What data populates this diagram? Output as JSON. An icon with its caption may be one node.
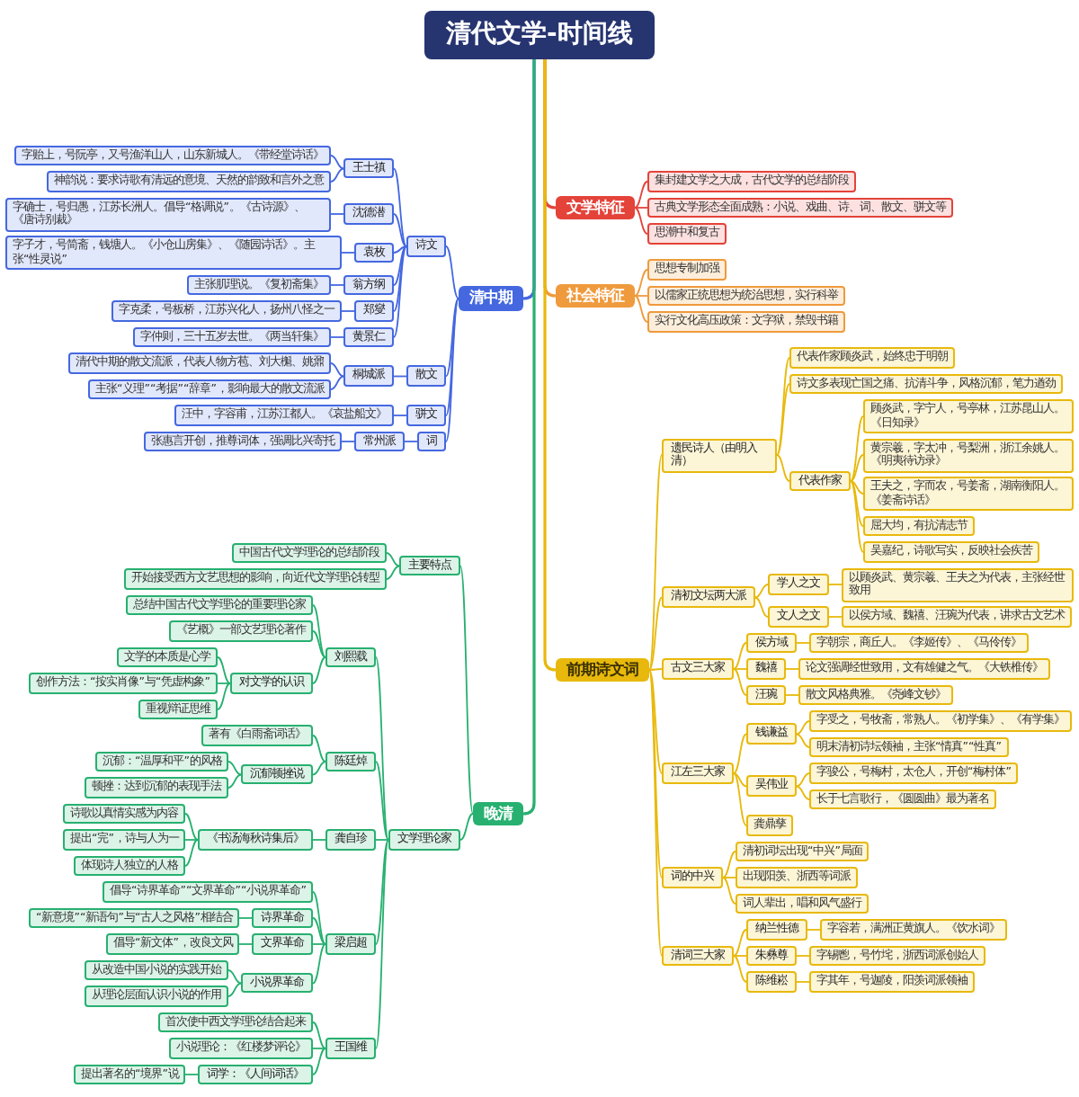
{
  "diagram": {
    "nodes": [
      {
        "text": [
          "清代文学-时间线"
        ]
      },
      {
        "text": [
          "清中期"
        ]
      },
      {
        "text": [
          "诗文"
        ]
      },
      {
        "text": [
          "王士禛"
        ]
      },
      {
        "text": [
          "字贻上，号阮亭，又号渔洋山人，山东新城人。《带经堂诗话》"
        ]
      },
      {
        "text": [
          "神韵说：要求诗歌有清远的意境、天然的韵致和言外之意"
        ]
      },
      {
        "text": [
          "沈德潜"
        ]
      },
      {
        "text": [
          "字确士，号归愚，江苏长洲人。倡导“格调说”。《古诗源》、《唐诗别裁》"
        ]
      },
      {
        "text": [
          "袁枚"
        ]
      },
      {
        "text": [
          "字子才，号简斋，钱塘人。《小仓山房集》、《随园诗话》。主张“性灵说”"
        ]
      },
      {
        "text": [
          "翁方纲"
        ]
      },
      {
        "text": [
          "主张肌理说。《复初斋集》"
        ]
      },
      {
        "text": [
          "郑燮"
        ]
      },
      {
        "text": [
          "字克柔，号板桥，江苏兴化人，扬州八怪之一"
        ]
      },
      {
        "text": [
          "黄景仁"
        ]
      },
      {
        "text": [
          "字仲则，三十五岁去世。《两当轩集》"
        ]
      },
      {
        "text": [
          "散文"
        ]
      },
      {
        "text": [
          "桐城派"
        ]
      },
      {
        "text": [
          "清代中期的散文流派，代表人物方苞、刘大櫆、姚鼐"
        ]
      },
      {
        "text": [
          "主张“义理”“考据”“辞章”，影响最大的散文流派"
        ]
      },
      {
        "text": [
          "骈文"
        ]
      },
      {
        "text": [
          "汪中，字容甫，江苏江都人。《哀盐船文》"
        ]
      },
      {
        "text": [
          "词"
        ]
      },
      {
        "text": [
          "常州派"
        ]
      },
      {
        "text": [
          "张惠言开创，推尊词体，强调比兴寄托"
        ]
      },
      {
        "text": [
          "晚清"
        ]
      },
      {
        "text": [
          "主要特点"
        ]
      },
      {
        "text": [
          "中国古代文学理论的总结阶段"
        ]
      },
      {
        "text": [
          "开始接受西方文艺思想的影响，向近代文学理论转型"
        ]
      },
      {
        "text": [
          "文学理论家"
        ]
      },
      {
        "text": [
          "刘熙载"
        ]
      },
      {
        "text": [
          "总结中国古代文学理论的重要理论家"
        ]
      },
      {
        "text": [
          "《艺概》一部文艺理论著作"
        ]
      },
      {
        "text": [
          "对文学的认识"
        ]
      },
      {
        "text": [
          "文学的本质是心学"
        ]
      },
      {
        "text": [
          "创作方法：“按实肖像”与“凭虚构象”"
        ]
      },
      {
        "text": [
          "重视辩证思维"
        ]
      },
      {
        "text": [
          "陈廷焯"
        ]
      },
      {
        "text": [
          "著有《白雨斋词话》"
        ]
      },
      {
        "text": [
          "沉郁顿挫说"
        ]
      },
      {
        "text": [
          "沉郁：“温厚和平”的风格"
        ]
      },
      {
        "text": [
          "顿挫：达到沉郁的表现手法"
        ]
      },
      {
        "text": [
          "龚自珍"
        ]
      },
      {
        "text": [
          "《书汤海秋诗集后》"
        ]
      },
      {
        "text": [
          "诗歌以真情实感为内容"
        ]
      },
      {
        "text": [
          "提出“完”，诗与人为一"
        ]
      },
      {
        "text": [
          "体现诗人独立的人格"
        ]
      },
      {
        "text": [
          "梁启超"
        ]
      },
      {
        "text": [
          "倡导“诗界革命”“文界革命”“小说界革命”"
        ]
      },
      {
        "text": [
          "诗界革命"
        ]
      },
      {
        "text": [
          "“新意境”“新语句”与“古人之风格”相结合"
        ]
      },
      {
        "text": [
          "文界革命"
        ]
      },
      {
        "text": [
          "倡导“新文体”，改良文风"
        ]
      },
      {
        "text": [
          "小说界革命"
        ]
      },
      {
        "text": [
          "从改造中国小说的实践开始"
        ]
      },
      {
        "text": [
          "从理论层面认识小说的作用"
        ]
      },
      {
        "text": [
          "王国维"
        ]
      },
      {
        "text": [
          "首次使中西文学理论结合起来"
        ]
      },
      {
        "text": [
          "小说理论：《红楼梦评论》"
        ]
      },
      {
        "text": [
          "词学：《人间词话》"
        ]
      },
      {
        "text": [
          "提出著名的“境界”说"
        ]
      },
      {
        "text": [
          "文学特征"
        ]
      },
      {
        "text": [
          "集封建文学之大成，古代文学的总结阶段"
        ]
      },
      {
        "text": [
          "古典文学形态全面成熟：小说、戏曲、诗、词、散文、骈文等"
        ]
      },
      {
        "text": [
          "思潮中和复古"
        ]
      },
      {
        "text": [
          "社会特征"
        ]
      },
      {
        "text": [
          "思想专制加强"
        ]
      },
      {
        "text": [
          "以儒家正统思想为统治思想，实行科举"
        ]
      },
      {
        "text": [
          "实行文化高压政策：文字狱，禁毁书籍"
        ]
      },
      {
        "text": [
          "前期诗文词"
        ]
      },
      {
        "text": [
          "遗民诗人（由明入清）"
        ]
      },
      {
        "text": [
          "代表作家顾炎武，始终忠于明朝"
        ]
      },
      {
        "text": [
          "诗文多表现亡国之痛、抗清斗争，风格沉郁，笔力遒劲"
        ]
      },
      {
        "text": [
          "代表作家"
        ]
      },
      {
        "text": [
          "顾炎武，字宁人，号亭林，江苏昆山人。《日知录》"
        ]
      },
      {
        "text": [
          "黄宗羲，字太冲，号梨洲，浙江余姚人。《明夷待访录》"
        ]
      },
      {
        "text": [
          "王夫之，字而农，号姜斋，湖南衡阳人。《姜斋诗话》"
        ]
      },
      {
        "text": [
          "屈大均，有抗清志节"
        ]
      },
      {
        "text": [
          "吴嘉纪，诗歌写实，反映社会疾苦"
        ]
      },
      {
        "text": [
          "清初文坛两大派"
        ]
      },
      {
        "text": [
          "学人之文"
        ]
      },
      {
        "text": [
          "以顾炎武、黄宗羲、王夫之为代表，主张经世致用"
        ]
      },
      {
        "text": [
          "文人之文"
        ]
      },
      {
        "text": [
          "以侯方域、魏禧、汪琬为代表，讲求古文艺术"
        ]
      },
      {
        "text": [
          "古文三大家"
        ]
      },
      {
        "text": [
          "侯方域"
        ]
      },
      {
        "text": [
          "字朝宗，商丘人。《李姬传》、《马伶传》"
        ]
      },
      {
        "text": [
          "魏禧"
        ]
      },
      {
        "text": [
          "论文强调经世致用，文有雄健之气。《大铁椎传》"
        ]
      },
      {
        "text": [
          "汪琬"
        ]
      },
      {
        "text": [
          "散文风格典雅。《尧峰文钞》"
        ]
      },
      {
        "text": [
          "江左三大家"
        ]
      },
      {
        "text": [
          "钱谦益"
        ]
      },
      {
        "text": [
          "字受之，号牧斋，常熟人。《初学集》、《有学集》"
        ]
      },
      {
        "text": [
          "明末清初诗坛领袖，主张“情真”“性真”"
        ]
      },
      {
        "text": [
          "吴伟业"
        ]
      },
      {
        "text": [
          "字骏公，号梅村，太仓人，开创“梅村体”"
        ]
      },
      {
        "text": [
          "长于七言歌行，《圆圆曲》最为著名"
        ]
      },
      {
        "text": [
          "龚鼎孳"
        ]
      },
      {
        "text": [
          "词的中兴"
        ]
      },
      {
        "text": [
          "清初词坛出现“中兴”局面"
        ]
      },
      {
        "text": [
          "出现阳羡、浙西等词派"
        ]
      },
      {
        "text": [
          "词人辈出，唱和风气盛行"
        ]
      },
      {
        "text": [
          "清词三大家"
        ]
      },
      {
        "text": [
          "纳兰性德"
        ]
      },
      {
        "text": [
          "字容若，满洲正黄旗人。《饮水词》"
        ]
      },
      {
        "text": [
          "朱彝尊"
        ]
      },
      {
        "text": [
          "字锡鬯，号竹垞，浙西词派创始人"
        ]
      },
      {
        "text": [
          "陈维崧"
        ]
      },
      {
        "text": [
          "字其年，号迦陵，阳羡词派领袖"
        ]
      }
    ],
    "edges": [
      {
        "from": 0,
        "to": 1,
        "arrow": "none",
        "color": "#4568e0"
      },
      {
        "from": 1,
        "to": 2,
        "arrow": "none",
        "color": "#4568e0"
      },
      {
        "from": 2,
        "to": 3,
        "arrow": "none",
        "color": "#4568e0"
      },
      {
        "from": 3,
        "to": 4,
        "arrow": "none",
        "color": "#4568e0"
      },
      {
        "from": 3,
        "to": 5,
        "arrow": "none",
        "color": "#4568e0"
      },
      {
        "from": 2,
        "to": 6,
        "arrow": "none",
        "color": "#4568e0"
      },
      {
        "from": 6,
        "to": 7,
        "arrow": "none",
        "color": "#4568e0"
      },
      {
        "from": 2,
        "to": 8,
        "arrow": "none",
        "color": "#4568e0"
      },
      {
        "from": 8,
        "to": 9,
        "arrow": "none",
        "color": "#4568e0"
      },
      {
        "from": 2,
        "to": 10,
        "arrow": "none",
        "color": "#4568e0"
      },
      {
        "from": 10,
        "to": 11,
        "arrow": "none",
        "color": "#4568e0"
      },
      {
        "from": 2,
        "to": 12,
        "arrow": "none",
        "color": "#4568e0"
      },
      {
        "from": 12,
        "to": 13,
        "arrow": "none",
        "color": "#4568e0"
      },
      {
        "from": 2,
        "to": 14,
        "arrow": "none",
        "color": "#4568e0"
      },
      {
        "from": 14,
        "to": 15,
        "arrow": "none",
        "color": "#4568e0"
      },
      {
        "from": 1,
        "to": 16,
        "arrow": "none",
        "color": "#4568e0"
      },
      {
        "from": 16,
        "to": 17,
        "arrow": "none",
        "color": "#4568e0"
      },
      {
        "from": 17,
        "to": 18,
        "arrow": "none",
        "color": "#4568e0"
      },
      {
        "from": 17,
        "to": 19,
        "arrow": "none",
        "color": "#4568e0"
      },
      {
        "from": 1,
        "to": 20,
        "arrow": "none",
        "color": "#4568e0"
      },
      {
        "from": 20,
        "to": 21,
        "arrow": "none",
        "color": "#4568e0"
      },
      {
        "from": 1,
        "to": 22,
        "arrow": "none",
        "color": "#4568e0"
      },
      {
        "from": 22,
        "to": 23,
        "arrow": "none",
        "color": "#4568e0"
      },
      {
        "from": 23,
        "to": 24,
        "arrow": "none",
        "color": "#4568e0"
      },
      {
        "from": 0,
        "to": 25,
        "arrow": "none",
        "color": "#27b070"
      },
      {
        "from": 25,
        "to": 26,
        "arrow": "none",
        "color": "#27b070"
      },
      {
        "from": 26,
        "to": 27,
        "arrow": "none",
        "color": "#27b070"
      },
      {
        "from": 26,
        "to": 28,
        "arrow": "none",
        "color": "#27b070"
      },
      {
        "from": 25,
        "to": 29,
        "arrow": "none",
        "color": "#27b070"
      },
      {
        "from": 29,
        "to": 30,
        "arrow": "none",
        "color": "#27b070"
      },
      {
        "from": 30,
        "to": 31,
        "arrow": "none",
        "color": "#27b070"
      },
      {
        "from": 30,
        "to": 32,
        "arrow": "none",
        "color": "#27b070"
      },
      {
        "from": 30,
        "to": 33,
        "arrow": "none",
        "color": "#27b070"
      },
      {
        "from": 33,
        "to": 34,
        "arrow": "none",
        "color": "#27b070"
      },
      {
        "from": 33,
        "to": 35,
        "arrow": "none",
        "color": "#27b070"
      },
      {
        "from": 33,
        "to": 36,
        "arrow": "none",
        "color": "#27b070"
      },
      {
        "from": 29,
        "to": 37,
        "arrow": "none",
        "color": "#27b070"
      },
      {
        "from": 37,
        "to": 38,
        "arrow": "none",
        "color": "#27b070"
      },
      {
        "from": 37,
        "to": 39,
        "arrow": "none",
        "color": "#27b070"
      },
      {
        "from": 39,
        "to": 40,
        "arrow": "none",
        "color": "#27b070"
      },
      {
        "from": 39,
        "to": 41,
        "arrow": "none",
        "color": "#27b070"
      },
      {
        "from": 29,
        "to": 42,
        "arrow": "none",
        "color": "#27b070"
      },
      {
        "from": 42,
        "to": 43,
        "arrow": "none",
        "color": "#27b070"
      },
      {
        "from": 43,
        "to": 44,
        "arrow": "none",
        "color": "#27b070"
      },
      {
        "from": 43,
        "to": 45,
        "arrow": "none",
        "color": "#27b070"
      },
      {
        "from": 43,
        "to": 46,
        "arrow": "none",
        "color": "#27b070"
      },
      {
        "from": 29,
        "to": 47,
        "arrow": "none",
        "color": "#27b070"
      },
      {
        "from": 47,
        "to": 48,
        "arrow": "none",
        "color": "#27b070"
      },
      {
        "from": 47,
        "to": 49,
        "arrow": "none",
        "color": "#27b070"
      },
      {
        "from": 49,
        "to": 50,
        "arrow": "none",
        "color": "#27b070"
      },
      {
        "from": 47,
        "to": 51,
        "arrow": "none",
        "color": "#27b070"
      },
      {
        "from": 51,
        "to": 52,
        "arrow": "none",
        "color": "#27b070"
      },
      {
        "from": 47,
        "to": 53,
        "arrow": "none",
        "color": "#27b070"
      },
      {
        "from": 53,
        "to": 54,
        "arrow": "none",
        "color": "#27b070"
      },
      {
        "from": 53,
        "to": 55,
        "arrow": "none",
        "color": "#27b070"
      },
      {
        "from": 29,
        "to": 56,
        "arrow": "none",
        "color": "#27b070"
      },
      {
        "from": 56,
        "to": 57,
        "arrow": "none",
        "color": "#27b070"
      },
      {
        "from": 56,
        "to": 58,
        "arrow": "none",
        "color": "#27b070"
      },
      {
        "from": 56,
        "to": 59,
        "arrow": "none",
        "color": "#27b070"
      },
      {
        "from": 59,
        "to": 60,
        "arrow": "none",
        "color": "#27b070"
      },
      {
        "from": 0,
        "to": 61,
        "arrow": "none",
        "color": "#e4433a"
      },
      {
        "from": 61,
        "to": 62,
        "arrow": "none",
        "color": "#e4433a"
      },
      {
        "from": 61,
        "to": 63,
        "arrow": "none",
        "color": "#e4433a"
      },
      {
        "from": 61,
        "to": 64,
        "arrow": "none",
        "color": "#e4433a"
      },
      {
        "from": 0,
        "to": 65,
        "arrow": "none",
        "color": "#ef9a3c"
      },
      {
        "from": 65,
        "to": 66,
        "arrow": "none",
        "color": "#ef9a3c"
      },
      {
        "from": 65,
        "to": 67,
        "arrow": "none",
        "color": "#ef9a3c"
      },
      {
        "from": 65,
        "to": 68,
        "arrow": "none",
        "color": "#ef9a3c"
      },
      {
        "from": 0,
        "to": 69,
        "arrow": "none",
        "color": "#e8b90c"
      },
      {
        "from": 69,
        "to": 70,
        "arrow": "none",
        "color": "#e8b90c"
      },
      {
        "from": 70,
        "to": 71,
        "arrow": "none",
        "color": "#e8b90c"
      },
      {
        "from": 70,
        "to": 72,
        "arrow": "none",
        "color": "#e8b90c"
      },
      {
        "from": 70,
        "to": 73,
        "arrow": "none",
        "color": "#e8b90c"
      },
      {
        "from": 73,
        "to": 74,
        "arrow": "none",
        "color": "#e8b90c"
      },
      {
        "from": 73,
        "to": 75,
        "arrow": "none",
        "color": "#e8b90c"
      },
      {
        "from": 73,
        "to": 76,
        "arrow": "none",
        "color": "#e8b90c"
      },
      {
        "from": 73,
        "to": 77,
        "arrow": "none",
        "color": "#e8b90c"
      },
      {
        "from": 73,
        "to": 78,
        "arrow": "none",
        "color": "#e8b90c"
      },
      {
        "from": 69,
        "to": 79,
        "arrow": "none",
        "color": "#e8b90c"
      },
      {
        "from": 79,
        "to": 80,
        "arrow": "none",
        "color": "#e8b90c"
      },
      {
        "from": 80,
        "to": 81,
        "arrow": "none",
        "color": "#e8b90c"
      },
      {
        "from": 79,
        "to": 82,
        "arrow": "none",
        "color": "#e8b90c"
      },
      {
        "from": 82,
        "to": 83,
        "arrow": "none",
        "color": "#e8b90c"
      },
      {
        "from": 69,
        "to": 84,
        "arrow": "none",
        "color": "#e8b90c"
      },
      {
        "from": 84,
        "to": 85,
        "arrow": "none",
        "color": "#e8b90c"
      },
      {
        "from": 85,
        "to": 86,
        "arrow": "none",
        "color": "#e8b90c"
      },
      {
        "from": 84,
        "to": 87,
        "arrow": "none",
        "color": "#e8b90c"
      },
      {
        "from": 87,
        "to": 88,
        "arrow": "none",
        "color": "#e8b90c"
      },
      {
        "from": 84,
        "to": 89,
        "arrow": "none",
        "color": "#e8b90c"
      },
      {
        "from": 89,
        "to": 90,
        "arrow": "none",
        "color": "#e8b90c"
      },
      {
        "from": 69,
        "to": 91,
        "arrow": "none",
        "color": "#e8b90c"
      },
      {
        "from": 91,
        "to": 92,
        "arrow": "none",
        "color": "#e8b90c"
      },
      {
        "from": 92,
        "to": 93,
        "arrow": "none",
        "color": "#e8b90c"
      },
      {
        "from": 92,
        "to": 94,
        "arrow": "none",
        "color": "#e8b90c"
      },
      {
        "from": 91,
        "to": 95,
        "arrow": "none",
        "color": "#e8b90c"
      },
      {
        "from": 95,
        "to": 96,
        "arrow": "none",
        "color": "#e8b90c"
      },
      {
        "from": 95,
        "to": 97,
        "arrow": "none",
        "color": "#e8b90c"
      },
      {
        "from": 91,
        "to": 98,
        "arrow": "none",
        "color": "#e8b90c"
      },
      {
        "from": 69,
        "to": 99,
        "arrow": "none",
        "color": "#e8b90c"
      },
      {
        "from": 99,
        "to": 100,
        "arrow": "none",
        "color": "#e8b90c"
      },
      {
        "from": 99,
        "to": 101,
        "arrow": "none",
        "color": "#e8b90c"
      },
      {
        "from": 99,
        "to": 102,
        "arrow": "none",
        "color": "#e8b90c"
      },
      {
        "from": 69,
        "to": 103,
        "arrow": "none",
        "color": "#e8b90c"
      },
      {
        "from": 103,
        "to": 104,
        "arrow": "none",
        "color": "#e8b90c"
      },
      {
        "from": 104,
        "to": 105,
        "arrow": "none",
        "color": "#e8b90c"
      },
      {
        "from": 103,
        "to": 106,
        "arrow": "none",
        "color": "#e8b90c"
      },
      {
        "from": 106,
        "to": 107,
        "arrow": "none",
        "color": "#e8b90c"
      },
      {
        "from": 103,
        "to": 108,
        "arrow": "none",
        "color": "#e8b90c"
      },
      {
        "from": 108,
        "to": 109,
        "arrow": "none",
        "color": "#e8b90c"
      }
    ]
  }
}
